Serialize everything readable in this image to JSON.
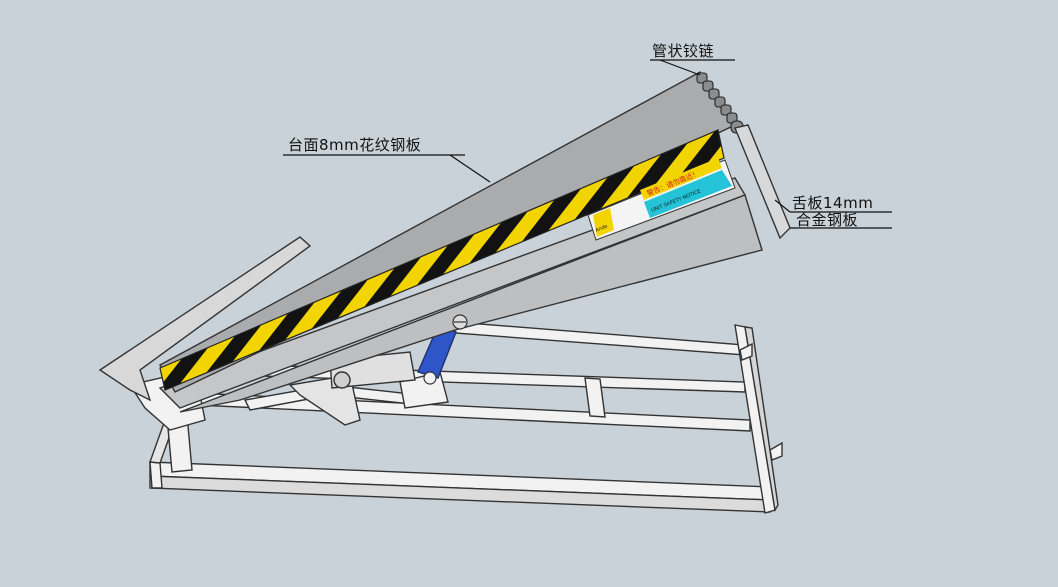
{
  "labels": {
    "hinge": "管状铰链",
    "deck": "台面8mm花纹钢板",
    "lip_line1": "舌板14mm",
    "lip_line2": "合金钢板"
  },
  "warning_label": {
    "header": "警告：请勿靠近！",
    "body": "UNIT SAFETY NOTICE",
    "brand": "Ande"
  },
  "colors": {
    "background": "#c9d2d8",
    "deck_top": "#a9abad",
    "deck_side": "#c4c6c8",
    "stripe_yellow": "#f2d400",
    "stripe_black": "#121212",
    "frame": "#f2f2f2",
    "cylinder": "#2f56c8",
    "label_cyan": "#25c3d8",
    "label_red": "#d81e1e"
  }
}
